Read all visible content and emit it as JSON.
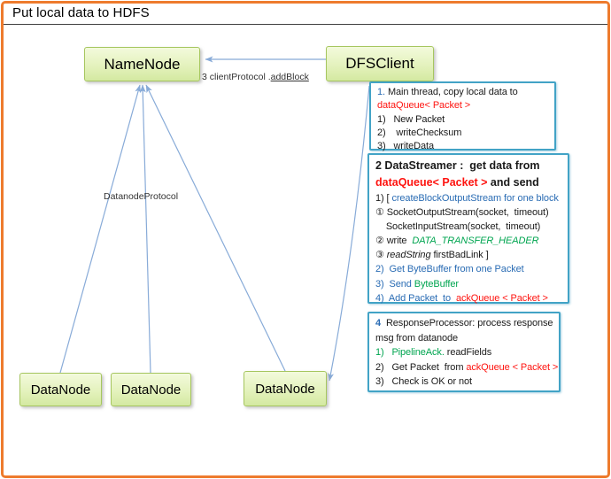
{
  "title": "Put local data to HDFS",
  "colors": {
    "frame_orange": "#ee7b2d",
    "note_border_teal": "#42a3c6",
    "node_fill_top": "#f3fadc",
    "node_fill_bottom": "#d4e9a1",
    "node_border_green": "#a6c65f",
    "connector_blue": "#88abd8",
    "text_blue": "#2a6cb4",
    "text_red": "#fe1410",
    "text_green": "#00a550"
  },
  "nodes": {
    "namenode": {
      "label": "NameNode"
    },
    "dfsclient": {
      "label": "DFSClient"
    },
    "datanode1": {
      "label": "DataNode"
    },
    "datanode2": {
      "label": "DataNode"
    },
    "datanode3": {
      "label": "DataNode"
    }
  },
  "edges": {
    "addblock": {
      "label_prefix": "3 clientProtocol .",
      "label_underlined": "addBlock"
    },
    "datanode_protocol": {
      "label": "DatanodeProtocol"
    }
  },
  "notes": [
    {
      "name": "main-thread-note",
      "lines": [
        {
          "segments": [
            {
              "t": "1.",
              "c": "blue"
            },
            {
              "t": " Main thread, copy local data to"
            }
          ]
        },
        {
          "segments": [
            {
              "t": "dataQueue< Packet >",
              "c": "red"
            }
          ]
        },
        {
          "segments": [
            {
              "t": "1)   New Packet"
            }
          ]
        },
        {
          "segments": [
            {
              "t": "2)    writeChecksum"
            }
          ]
        },
        {
          "segments": [
            {
              "t": "3)   writeData"
            }
          ]
        }
      ]
    },
    {
      "name": "datastreamer-note",
      "lines": [
        {
          "big": true,
          "segments": [
            {
              "t": "2 DataStreamer :  get data from",
              "b": true
            }
          ]
        },
        {
          "big": true,
          "segments": [
            {
              "t": "dataQueue< Packet >",
              "c": "red",
              "b": true
            },
            {
              "t": " and send",
              "b": true
            }
          ]
        },
        {
          "segments": [
            {
              "t": "1) [ "
            },
            {
              "t": "createBlockOutputStream for one block",
              "c": "blue"
            }
          ]
        },
        {
          "segments": [
            {
              "t": "① SocketOutputStream(socket,  timeout)"
            }
          ]
        },
        {
          "segments": [
            {
              "t": "    SocketInputStream(socket,  timeout)"
            }
          ]
        },
        {
          "segments": [
            {
              "t": "② write  "
            },
            {
              "t": "DATA_TRANSFER_HEADER",
              "c": "green",
              "i": true
            }
          ]
        },
        {
          "segments": [
            {
              "t": "③ "
            },
            {
              "t": "readString",
              "i": true
            },
            {
              "t": " firstBadLink ]"
            }
          ]
        },
        {
          "segments": [
            {
              "t": "2)  Get ByteBuffer from one Packet",
              "c": "blue"
            }
          ]
        },
        {
          "segments": [
            {
              "t": "3)  Send ",
              "c": "blue"
            },
            {
              "t": "ByteBuffer",
              "c": "green"
            }
          ]
        },
        {
          "segments": [
            {
              "t": "4)  Add Packet  to  ",
              "c": "blue"
            },
            {
              "t": "ackQueue < Packet >",
              "c": "red"
            }
          ]
        }
      ]
    },
    {
      "name": "responseprocessor-note",
      "lines": [
        {
          "segments": [
            {
              "t": "4",
              "c": "blue",
              "b": true
            },
            {
              "t": "  ResponseProcessor: process response"
            }
          ]
        },
        {
          "segments": [
            {
              "t": "msg from datanode"
            }
          ]
        },
        {
          "segments": [
            {
              "t": "1)   PipelineAck.",
              "c": "green"
            },
            {
              "t": " readFields"
            }
          ]
        },
        {
          "segments": [
            {
              "t": "2)   Get Packet  from "
            },
            {
              "t": "ackQueue < Packet >",
              "c": "red"
            }
          ]
        },
        {
          "segments": [
            {
              "t": "3)   Check is OK or not"
            }
          ]
        }
      ]
    }
  ]
}
